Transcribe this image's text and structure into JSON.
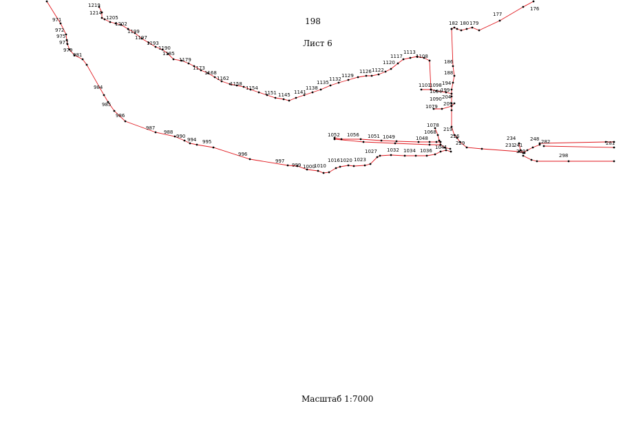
{
  "page_number": "198",
  "sheet_title": "Лист 6",
  "scale": "Масштаб 1:7000",
  "colors": {
    "boundary_line": "#e0151b",
    "points": "#000000",
    "text": "#000000"
  },
  "point_labels": [
    "1219",
    "1214",
    "1205",
    "1202",
    "1199",
    "1197",
    "1193",
    "1190",
    "1185",
    "1179",
    "1173",
    "1168",
    "1162",
    "1158",
    "1154",
    "1151",
    "1145",
    "1141",
    "1138",
    "1135",
    "1132",
    "1129",
    "1126",
    "1122",
    "1120",
    "1117",
    "1113",
    "1108",
    "1101",
    "1098",
    "1094",
    "199",
    "204",
    "1090",
    "209",
    "1079",
    "1078",
    "1068",
    "1048",
    "1041",
    "1052",
    "1056",
    "1051",
    "1049",
    "1036",
    "1034",
    "1032",
    "1027",
    "1023",
    "1020",
    "1016",
    "1010",
    "1000",
    "999",
    "997",
    "996",
    "995",
    "994",
    "990",
    "988",
    "987",
    "986",
    "985",
    "984",
    "981",
    "979",
    "977",
    "975",
    "972",
    "971",
    "186",
    "188",
    "194",
    "182",
    "180",
    "179",
    "177",
    "176",
    "219",
    "226",
    "229",
    "234",
    "231",
    "241",
    "239",
    "248",
    "282",
    "281",
    "298"
  ]
}
